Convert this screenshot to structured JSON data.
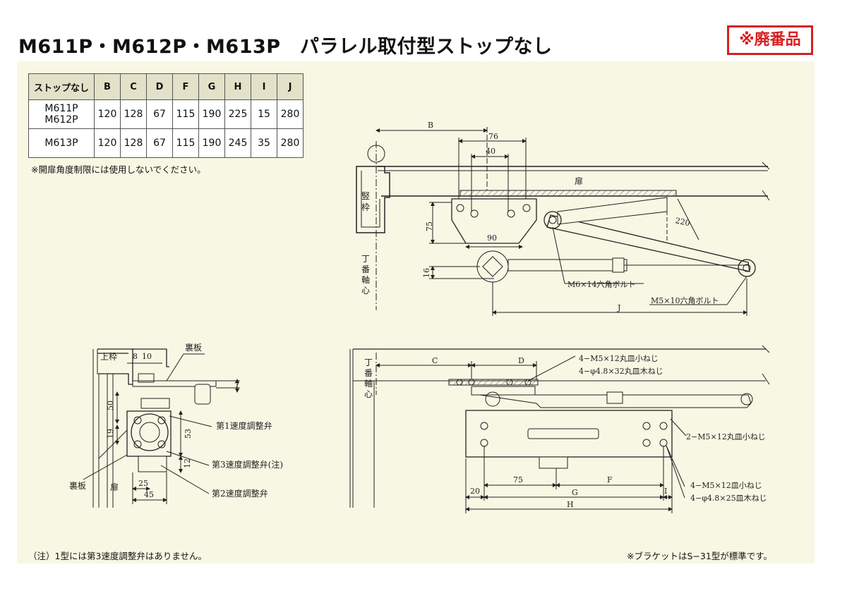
{
  "title": "M611P・M612P・M613P　パラレル取付型ストップなし",
  "badge": "※廃番品",
  "table": {
    "headers": [
      "ストップなし",
      "B",
      "C",
      "D",
      "F",
      "G",
      "H",
      "I",
      "J"
    ],
    "rows": [
      {
        "model_line1": "M611P",
        "model_line2": "M612P",
        "values": [
          "120",
          "128",
          "67",
          "115",
          "190",
          "225",
          "15",
          "280"
        ]
      },
      {
        "model_line1": "M613P",
        "model_line2": "",
        "values": [
          "120",
          "128",
          "67",
          "115",
          "190",
          "245",
          "35",
          "280"
        ]
      }
    ]
  },
  "notes": {
    "table_note": "※開扉角度制限には使用しないでください。",
    "bottom_left": "（注）1型には第3速度調整弁はありません。",
    "bottom_right": "※ブラケットはS−31型が標準です。"
  },
  "top_view": {
    "dim_B": "B",
    "dim_76": "76",
    "dim_40": "40",
    "dim_75": "75",
    "dim_90": "90",
    "dim_16": "16",
    "dim_220": "220",
    "dim_J": "J",
    "door": "扉",
    "frame_v": "竪\n枠",
    "hinge_axis": "丁\n番\n軸\n心",
    "bolt_m6": "M6×14六角ボルト",
    "bolt_m5": "M5×10六角ボルト"
  },
  "side_view": {
    "frame_top": "上枠",
    "dim_8": "8",
    "dim_10": "10",
    "back_plate_top": "裏板",
    "dim_7": "7",
    "dim_50": "50",
    "dim_19": "19",
    "dim_53": "53",
    "dim_12": "12",
    "dim_25": "25",
    "dim_45": "45",
    "back_plate_bottom": "裏板",
    "door": "扉",
    "valve1": "第1速度調整弁",
    "valve3": "第3速度調整弁(注)",
    "valve2": "第2速度調整弁"
  },
  "front_view": {
    "hinge_axis": "丁\n番\n軸\n心",
    "dim_C": "C",
    "dim_D": "D",
    "screw1": "4−M5×12丸皿小ねじ",
    "screw2": "4−φ4.8×32丸皿木ねじ",
    "screw3": "2−M5×12丸皿小ねじ",
    "screw4": "4−M5×12皿小ねじ",
    "screw5": "4−φ4.8×25皿木ねじ",
    "dim_20": "20",
    "dim_75": "75",
    "dim_F": "F",
    "dim_G": "G",
    "dim_I": "I",
    "dim_H": "H"
  }
}
